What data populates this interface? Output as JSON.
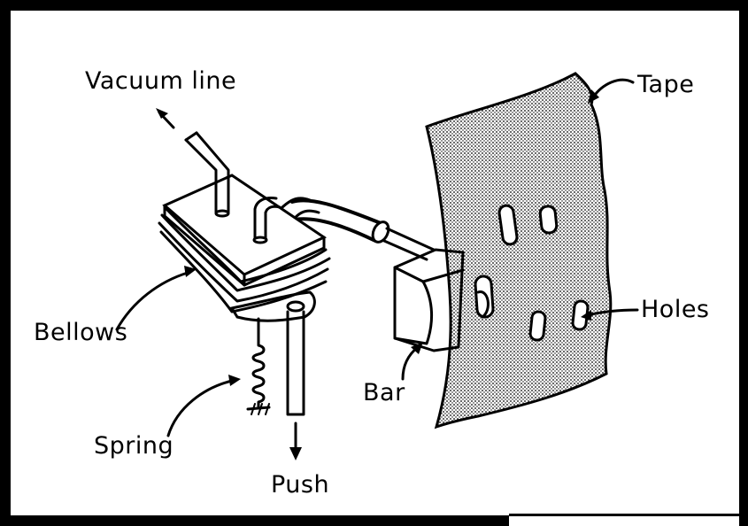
{
  "diagram": {
    "labels": {
      "vacuum_line": "Vacuum line",
      "tape": "Tape",
      "bellows": "Bellows",
      "holes": "Holes",
      "bar": "Bar",
      "spring": "Spring",
      "push": "Push"
    },
    "colors": {
      "ink": "#000000",
      "paper": "#ffffff",
      "tape_fill": "#d6d6d6"
    }
  }
}
